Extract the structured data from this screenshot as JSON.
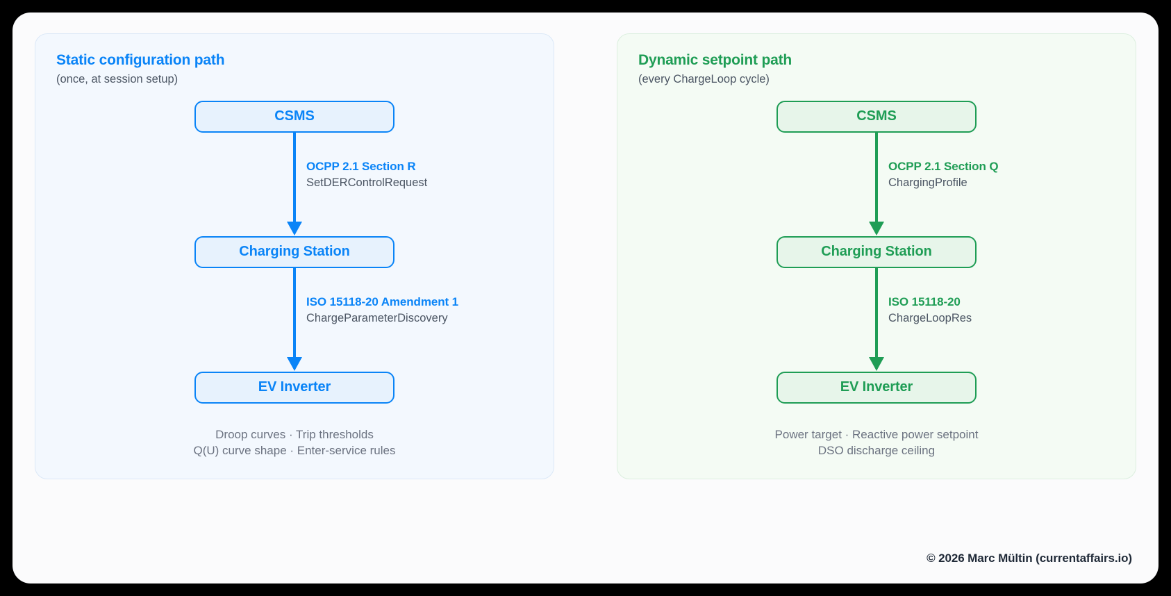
{
  "diagram": {
    "background": "#000000",
    "card_background": "#fbfbfc",
    "panels": [
      {
        "id": "static-configuration-path",
        "accent": "#0a84f7",
        "panel_background": "#f3f8fe",
        "title": "Static configuration path",
        "subtitle": "(once, at session setup)",
        "nodes": [
          {
            "label": "CSMS"
          },
          {
            "label": "Charging Station"
          },
          {
            "label": "EV Inverter"
          }
        ],
        "connectors": [
          {
            "protocol": "OCPP 2.1 Section R",
            "message": "SetDERControlRequest"
          },
          {
            "protocol": "ISO 15118-20 Amendment 1",
            "message": "ChargeParameterDiscovery"
          }
        ],
        "footer": [
          "Droop curves · Trip thresholds",
          "Q(U) curve shape · Enter-service rules"
        ]
      },
      {
        "id": "dynamic-setpoint-path",
        "accent": "#1f9d55",
        "panel_background": "#f4fbf4",
        "title": "Dynamic setpoint path",
        "subtitle": "(every ChargeLoop cycle)",
        "nodes": [
          {
            "label": "CSMS"
          },
          {
            "label": "Charging Station"
          },
          {
            "label": "EV Inverter"
          }
        ],
        "connectors": [
          {
            "protocol": "OCPP 2.1 Section Q",
            "message": "ChargingProfile"
          },
          {
            "protocol": "ISO 15118-20",
            "message": "ChargeLoopRes"
          }
        ],
        "footer": [
          "Power target · Reactive power setpoint",
          "DSO discharge ceiling"
        ]
      }
    ],
    "copyright": "© 2026 Marc Mültin (currentaffairs.io)"
  }
}
